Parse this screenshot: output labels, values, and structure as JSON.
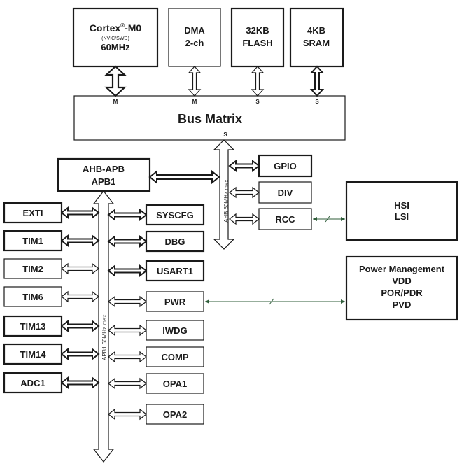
{
  "diagram": {
    "core": {
      "title": "Cortex",
      "superscript": "®",
      "suffix": "-M0",
      "sub": "(NVIC/SWD)",
      "freq": "60MHz",
      "port": "M"
    },
    "dma": {
      "line1": "DMA",
      "line2": "2-ch",
      "port": "M"
    },
    "flash": {
      "line1": "32KB",
      "line2": "FLASH",
      "port": "S"
    },
    "sram": {
      "line1": "4KB",
      "line2": "SRAM",
      "port": "S"
    },
    "bus_matrix": {
      "label": "Bus Matrix",
      "port_out": "S"
    },
    "ahb_bus_label": "AHB 60MHz max",
    "bridge": {
      "line1": "AHB-APB",
      "line2": "APB1"
    },
    "apb_bus_label": "APB1 60MHz max",
    "ahb_peripherals": [
      "GPIO",
      "DIV",
      "RCC"
    ],
    "oscillators": {
      "line1": "HSI",
      "line2": "LSI"
    },
    "power": {
      "line1": "Power Management",
      "line2": "VDD",
      "line3": "POR/PDR",
      "line4": "PVD"
    },
    "apb_left": [
      "EXTI",
      "TIM1",
      "TIM2",
      "TIM6",
      "TIM13",
      "TIM14",
      "ADC1"
    ],
    "apb_right": [
      "SYSCFG",
      "DBG",
      "USART1",
      "PWR",
      "IWDG",
      "COMP",
      "OPA1",
      "OPA2"
    ],
    "colors": {
      "line": "#1a1a1a",
      "link": "#2f5d3a"
    }
  }
}
